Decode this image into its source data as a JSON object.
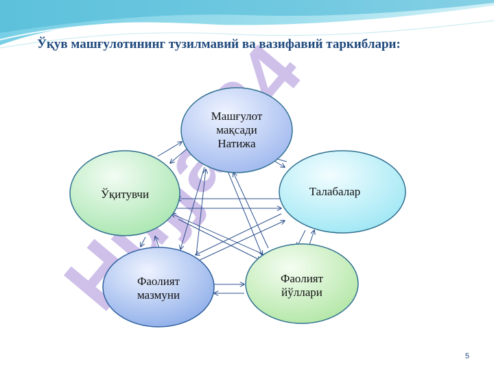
{
  "slide": {
    "title": "Ўқув машғулотининг тузилмавий ва вазифавий таркиблари:",
    "page_number": "5"
  },
  "nodes": [
    {
      "id": "goal",
      "lines": [
        "Машғулот",
        "мақсади",
        "Натижа"
      ],
      "fill": "#b7c9f0"
    },
    {
      "id": "teacher",
      "lines": [
        "Ўқитувчи"
      ],
      "fill": "#c3efc9"
    },
    {
      "id": "students",
      "lines": [
        "Талабалар"
      ],
      "fill": "#b9eef7"
    },
    {
      "id": "content",
      "lines": [
        "Фаолият",
        "мазмуни"
      ],
      "fill": "#a9c3f2"
    },
    {
      "id": "methods",
      "lines": [
        "Фаолият",
        "йўллари"
      ],
      "fill": "#c9efc0"
    }
  ],
  "watermark": {
    "text": "Hujjat24",
    "color": "#c7b6e6"
  },
  "colors": {
    "arrow": "#2b4f8c",
    "node_stroke": "#2f6f8f",
    "title": "#1f497d"
  }
}
